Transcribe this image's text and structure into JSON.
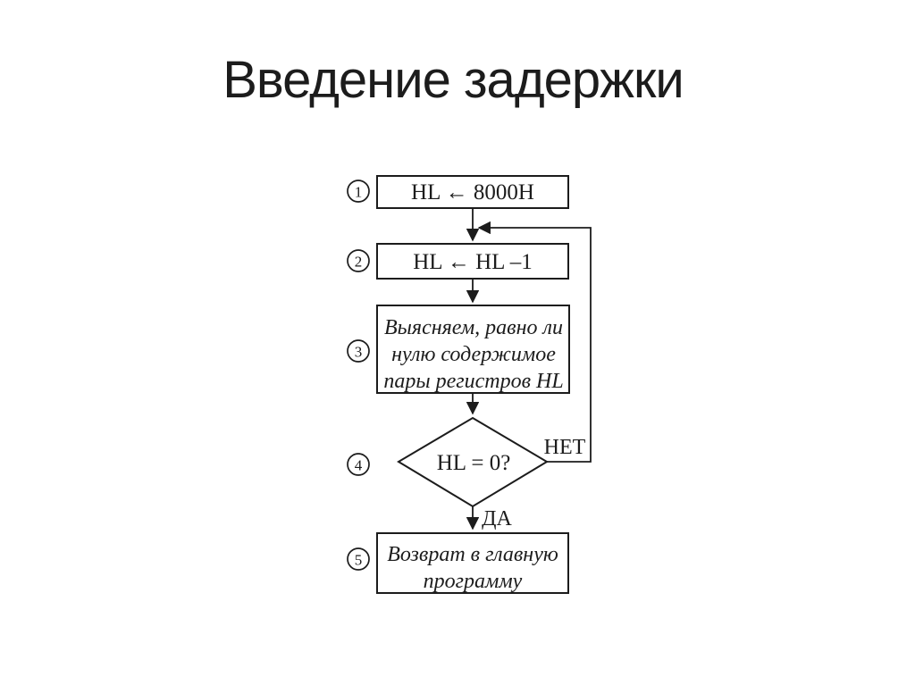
{
  "title": "Введение задержки",
  "flowchart": {
    "step1": {
      "num": "1",
      "label": "HL ← 8000H"
    },
    "step2": {
      "num": "2",
      "label": "HL ← HL –1"
    },
    "step3": {
      "num": "3",
      "lines": [
        "Выясняем, равно ли",
        "нулю содержимое",
        "пары регистров HL"
      ]
    },
    "step4": {
      "num": "4",
      "label": "HL = 0?"
    },
    "step5": {
      "num": "5",
      "lines": [
        "Возврат в главную",
        "программу"
      ]
    },
    "branch_no": "НЕТ",
    "branch_yes": "ДА"
  },
  "colors": {
    "ink": "#1c1c1c",
    "background": "#ffffff"
  }
}
